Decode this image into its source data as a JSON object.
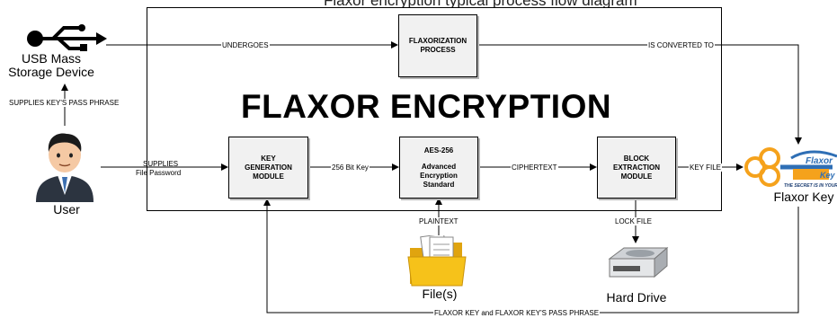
{
  "title": "FLAXOR ENCRYPTION",
  "top_text": "Flaxor encryption typical process flow diagram",
  "processes": {
    "flaxorization": [
      "FLAXORIZATION",
      "PROCESS"
    ],
    "key_generation": [
      "KEY",
      "GENERATION",
      "MODULE"
    ],
    "aes": [
      "AES-256",
      "",
      "Advanced",
      "Encryption",
      "Standard"
    ],
    "block_extraction": [
      "BLOCK",
      "EXTRACTION",
      "MODULE"
    ]
  },
  "actors": {
    "usb": [
      "USB Mass",
      "Storage Device"
    ],
    "user": "User",
    "files": "File(s)",
    "hard_drive": "Hard Drive",
    "flaxor_key": "Flaxor Key"
  },
  "edges": {
    "undergoes": "UNDERGOES",
    "is_converted_to": "IS CONVERTED TO",
    "supplies_key_pass": "SUPPLIES KEY'S PASS PHRASE",
    "supplies": "SUPPLIES",
    "file_password": "File Password",
    "bit_key": "256 Bit Key",
    "ciphertext": "CIPHERTEXT",
    "key_file": "KEY FILE",
    "plaintext": "PLAINTEXT",
    "lock_file": "LOCK FILE",
    "flaxor_key_pass": "FLAXOR KEY and FLAXOR KEY'S PASS PHRASE"
  },
  "logo_text": [
    "Flaxor",
    "Key",
    "THE SECRET IS IN YOUR KEY"
  ],
  "colors": {
    "key_orange": "#f5a21c",
    "key_blue": "#2f6fb5",
    "folder_yellow": "#f6c21a",
    "user_suit": "#2c3440"
  }
}
